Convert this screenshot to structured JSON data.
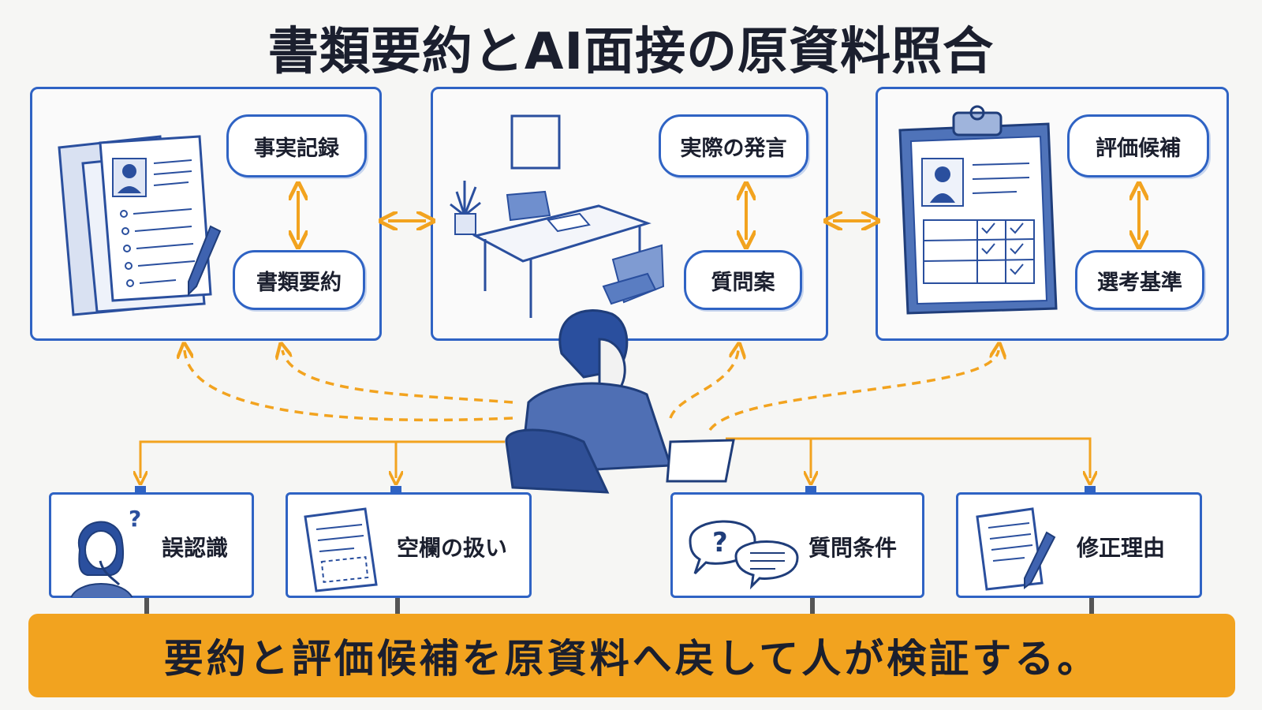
{
  "title": "書類要約とAI面接の原資料照合",
  "panels": {
    "documents": {
      "top_label": "事実記録",
      "bottom_label": "書類要約"
    },
    "interview": {
      "top_label": "実際の発言",
      "bottom_label": "質問案"
    },
    "evaluation": {
      "top_label": "評価候補",
      "bottom_label": "選考基準"
    }
  },
  "cards": [
    {
      "label": "誤認識"
    },
    {
      "label": "空欄の扱い"
    },
    {
      "label": "質問条件"
    },
    {
      "label": "修正理由"
    }
  ],
  "banner": "要約と評価候補を原資料へ戻して人が検証する。",
  "colors": {
    "blue": "#2f63c4",
    "orange": "#f2a31f",
    "ink": "#1b1f2e"
  }
}
